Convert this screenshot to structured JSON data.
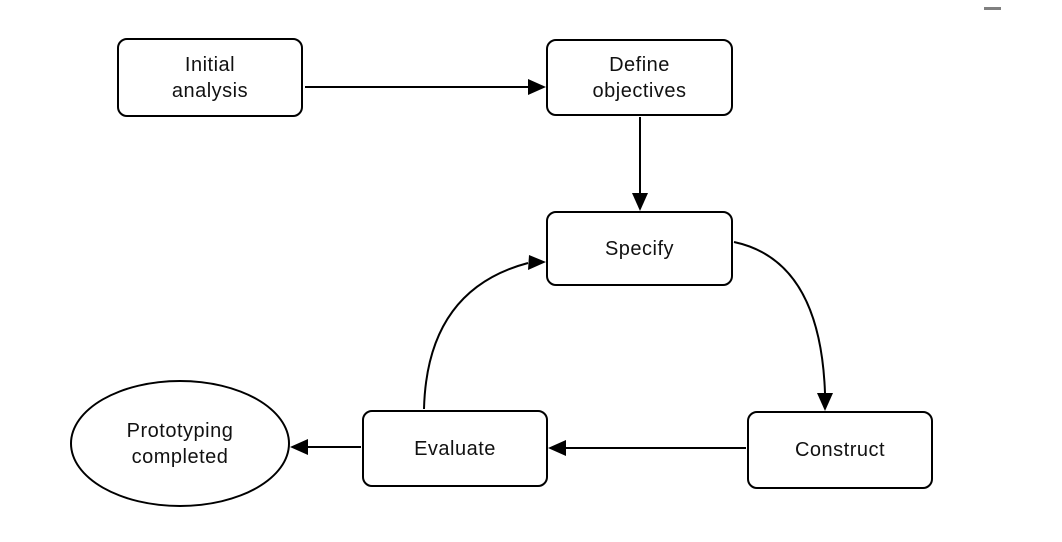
{
  "page": {
    "background_color": "#ffffff"
  },
  "decor": {
    "top_right_icon": "minimize-dash-icon",
    "top_right_icon_color": "#808080"
  },
  "diagram": {
    "type": "flowchart",
    "style": {
      "stroke_color": "#000000",
      "node_fill": "#ffffff",
      "text_color": "#111111",
      "arrowhead": "filled-triangle"
    },
    "nodes": {
      "initial_analysis": {
        "shape": "rounded-rect",
        "line1": "Initial",
        "line2": "analysis"
      },
      "define_objectives": {
        "shape": "rounded-rect",
        "line1": "Define",
        "line2": "objectives"
      },
      "specify": {
        "shape": "rounded-rect",
        "label": "Specify"
      },
      "construct": {
        "shape": "rounded-rect",
        "label": "Construct"
      },
      "evaluate": {
        "shape": "rounded-rect",
        "label": "Evaluate"
      },
      "prototyping_completed": {
        "shape": "ellipse",
        "line1": "Prototyping",
        "line2": "completed"
      }
    },
    "edges": [
      {
        "from": "initial_analysis",
        "to": "define_objectives",
        "style": "straight",
        "direction": "right"
      },
      {
        "from": "define_objectives",
        "to": "specify",
        "style": "straight",
        "direction": "down"
      },
      {
        "from": "specify",
        "to": "construct",
        "style": "curved",
        "direction": "down-right"
      },
      {
        "from": "construct",
        "to": "evaluate",
        "style": "straight",
        "direction": "left"
      },
      {
        "from": "evaluate",
        "to": "specify",
        "style": "curved",
        "direction": "up-right"
      },
      {
        "from": "evaluate",
        "to": "prototyping_completed",
        "style": "straight",
        "direction": "left"
      }
    ]
  }
}
